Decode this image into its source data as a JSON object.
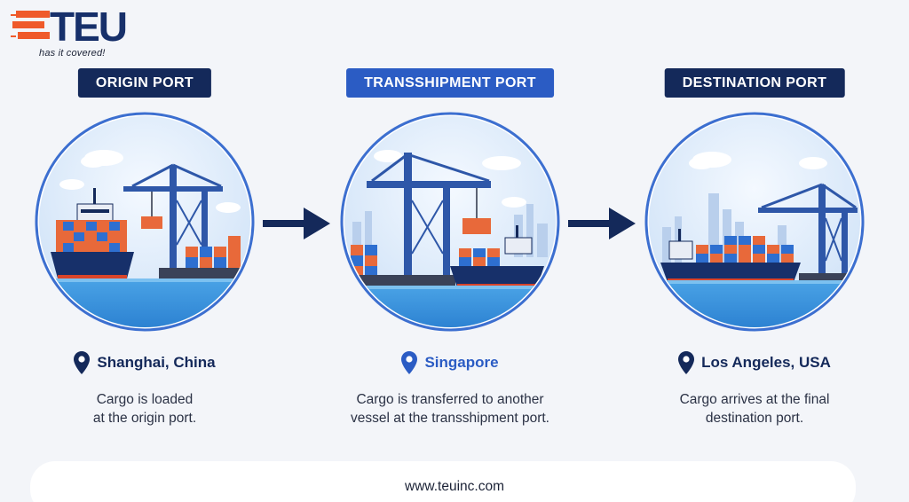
{
  "brand": {
    "name": "TEU",
    "tagline": "has it covered!",
    "colors": {
      "navy": "#14295a",
      "blue": "#2b5cc4",
      "orange": "#ef5a2a"
    }
  },
  "stages": [
    {
      "label": "ORIGIN PORT",
      "location": "Shanghai, China",
      "description_line1": "Cargo is loaded",
      "description_line2": "at the origin port.",
      "icon": "location-pin-icon"
    },
    {
      "label": "TRANSSHIPMENT PORT",
      "location": "Singapore",
      "description_line1": "Cargo is transferred to another",
      "description_line2": "vessel at the transshipment port.",
      "icon": "location-pin-icon"
    },
    {
      "label": "DESTINATION PORT",
      "location": "Los Angeles, USA",
      "description_line1": "Cargo arrives at the final",
      "description_line2": "destination port.",
      "icon": "location-pin-icon"
    }
  ],
  "arrows": [
    "arrow-right-icon",
    "arrow-right-icon"
  ],
  "footer": {
    "website": "www.teuinc.com"
  }
}
